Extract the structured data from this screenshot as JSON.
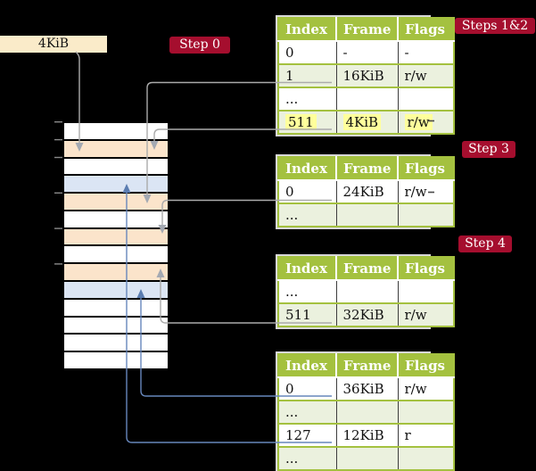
{
  "frame_label": {
    "text": "4KiB"
  },
  "badges": [
    {
      "id": "step0",
      "label": "Step 0"
    },
    {
      "id": "steps12",
      "label": "Steps 1&2"
    },
    {
      "id": "step3",
      "label": "Step 3"
    },
    {
      "id": "step4",
      "label": "Step 4"
    }
  ],
  "memory": {
    "rows": [
      "white",
      "peach",
      "white",
      "blue",
      "peach",
      "white",
      "peach",
      "white",
      "peach",
      "blue",
      "white",
      "white",
      "white",
      "white"
    ],
    "tick_boundaries": [
      0,
      1,
      2,
      4,
      6,
      8
    ]
  },
  "table_headers": [
    "Index",
    "Frame",
    "Flags"
  ],
  "tables": [
    {
      "name": "page-table-steps-1-2",
      "rows": [
        {
          "cells": [
            "0",
            "-",
            "-"
          ],
          "shade": "white",
          "highlight": false
        },
        {
          "cells": [
            "1",
            "16KiB",
            "r/w"
          ],
          "shade": "green",
          "highlight": false
        },
        {
          "cells": [
            "...",
            "",
            ""
          ],
          "shade": "white",
          "highlight": false
        },
        {
          "cells": [
            "511",
            "4KiB",
            "r/w"
          ],
          "shade": "green",
          "highlight": true
        }
      ]
    },
    {
      "name": "page-table-step-3",
      "rows": [
        {
          "cells": [
            "0",
            "24KiB",
            "r/w"
          ],
          "shade": "white",
          "highlight": false
        },
        {
          "cells": [
            "...",
            "",
            ""
          ],
          "shade": "green",
          "highlight": false
        }
      ]
    },
    {
      "name": "page-table-step-4",
      "rows": [
        {
          "cells": [
            "...",
            "",
            ""
          ],
          "shade": "white",
          "highlight": false
        },
        {
          "cells": [
            "511",
            "32KiB",
            "r/w"
          ],
          "shade": "green",
          "highlight": false
        }
      ]
    },
    {
      "name": "page-table-final",
      "rows": [
        {
          "cells": [
            "0",
            "36KiB",
            "r/w"
          ],
          "shade": "white",
          "highlight": false
        },
        {
          "cells": [
            "...",
            "",
            ""
          ],
          "shade": "green",
          "highlight": false
        },
        {
          "cells": [
            "127",
            "12KiB",
            "r"
          ],
          "shade": "white",
          "highlight": false
        },
        {
          "cells": [
            "...",
            "",
            ""
          ],
          "shade": "green",
          "highlight": false
        }
      ]
    }
  ],
  "connections": [
    {
      "from": "4KiB-label",
      "to": "frame-4KiB",
      "color": "gray"
    },
    {
      "from": "table1-entry-1",
      "to": "frame-16KiB",
      "color": "gray"
    },
    {
      "from": "table1-entry-511",
      "to": "frame-4KiB",
      "color": "gray"
    },
    {
      "from": "table2-entry-0",
      "to": "frame-24KiB",
      "color": "gray"
    },
    {
      "from": "table3-entry-511",
      "to": "frame-32KiB",
      "color": "gray"
    },
    {
      "from": "table4-entry-0",
      "to": "frame-36KiB",
      "color": "blue"
    },
    {
      "from": "table4-entry-127",
      "to": "frame-12KiB",
      "color": "blue"
    }
  ],
  "colors": {
    "bg": "#000000",
    "badge-red": "#A50E2E",
    "table-header-green": "#A4C13F",
    "table-row-green": "#EBF1DE",
    "highlight-yellow": "#FFFF9C",
    "frame-peach": "#FBE4CB",
    "frame-blue": "#DBE5F4",
    "label-cream": "#FAEBC9",
    "connector-gray": "#ABABAB",
    "connector-blue": "#6787BC"
  }
}
